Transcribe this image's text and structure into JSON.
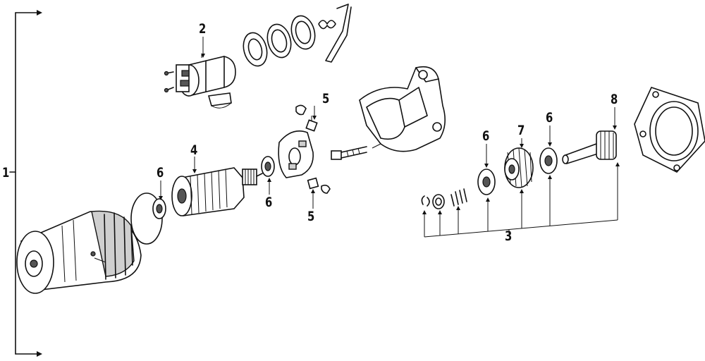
{
  "callouts": {
    "assembly": "1",
    "solenoid": "2",
    "gear_kit": "3",
    "armature": "4",
    "brush_upper": "5",
    "brush_lower": "5",
    "bearing_left": "6",
    "bearing_mid": "6",
    "bearing_kit_left": "6",
    "bearing_kit_right": "6",
    "idler_gear": "7",
    "drive_gear": "8"
  }
}
